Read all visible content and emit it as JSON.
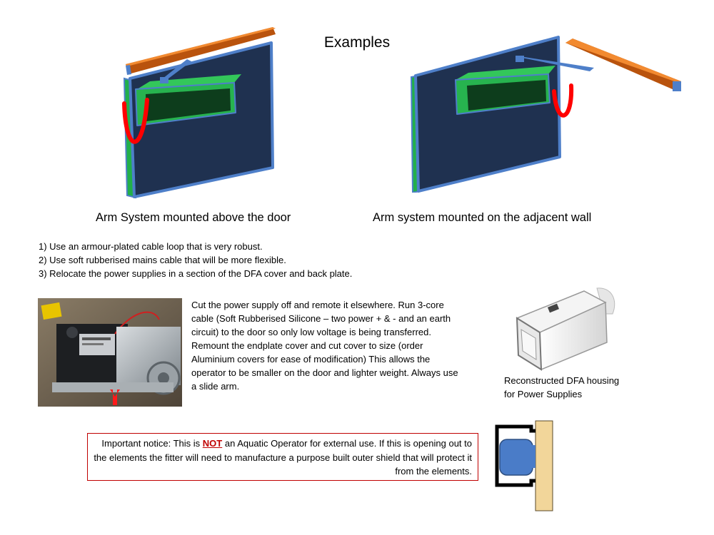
{
  "title": "Examples",
  "captions": {
    "left": "Arm System mounted above the door",
    "right": "Arm system mounted on the adjacent wall"
  },
  "points": [
    "1) Use an armour-plated  cable loop that is very robust.",
    "2) Use soft rubberised mains cable that will be more flexible.",
    "3) Relocate the power supplies in a section of the  DFA cover and back plate."
  ],
  "body_paragraphs": [
    "Cut the power supply off and remote it elsewhere. Run 3-core cable (Soft Rubberised Silicone – two power + & - and an earth circuit) to the door  so only low voltage is being transferred.",
    "Remount the endplate cover and cut cover to size (order Aluminium  covers for ease of modification) This allows the operator  to be smaller on the door and lighter weight. Always use a slide arm."
  ],
  "housing_caption": [
    "Reconstructed DFA housing",
    "for Power Supplies"
  ],
  "notice": {
    "before": "Important notice: This is ",
    "emphasis": "NOT",
    "after": " an Aquatic Operator for external use. If this is opening out to the elements the fitter will need to manufacture a purpose built outer shield that will protect it from the elements."
  },
  "colors": {
    "door_face": "#1f3150",
    "door_edge": "#4e7fc9",
    "door_side": "#22b04a",
    "operator_body": "#27b34f",
    "operator_window": "#0d3d1c",
    "arm_track": "#b9530d",
    "cable_loop": "#ff0000",
    "notice_border": "#c00000",
    "shield_wood": "#f2d69a",
    "shield_operator": "#4a7cc8"
  }
}
